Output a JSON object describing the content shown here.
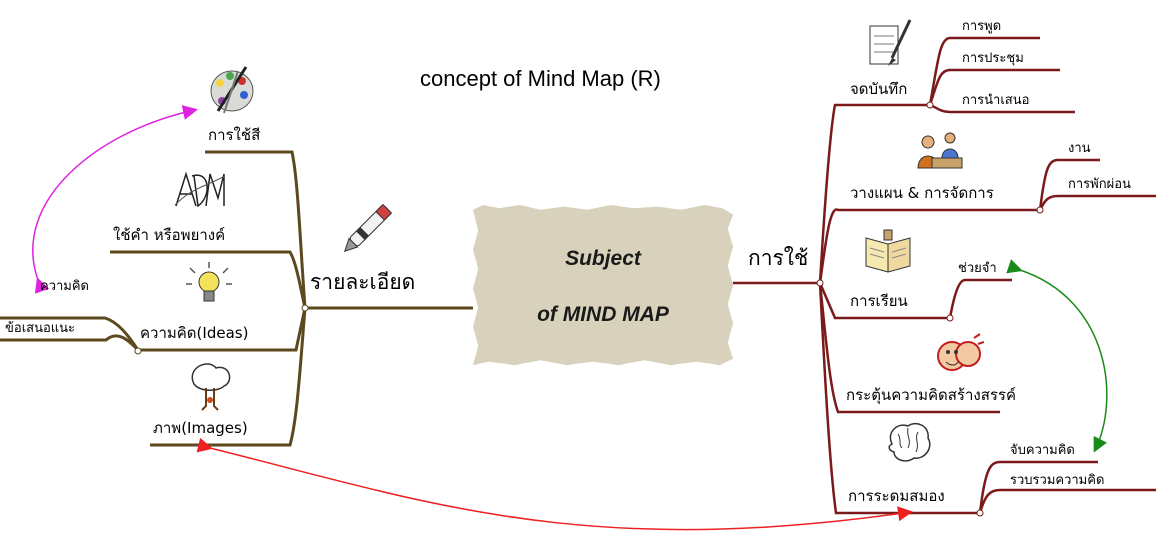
{
  "title": "concept of Mind Map (R)",
  "subject": {
    "line1": "Subject",
    "line2": "of MIND MAP"
  },
  "left": {
    "main": "รายละเอียด",
    "branches": {
      "colors": "การใช้สี",
      "words": "ใช้คำ หรือพยางค์",
      "ideas": "ความคิด(Ideas)",
      "images": "ภาพ(Images)"
    },
    "ideas_sub": {
      "thought": "ความคิด",
      "suggestion": "ข้อเสนอแนะ"
    }
  },
  "right": {
    "main": "การใช้",
    "branches": {
      "notes": "จดบันทึก",
      "planning": "วางแผน & การจัดการ",
      "learning": "การเรียน",
      "creative": "กระตุ้นความคิดสร้างสรรค์",
      "brainstorm": "การระดมสมอง"
    },
    "notes_sub": {
      "speech": "การพูด",
      "meeting": "การประชุม",
      "presentation": "การนำเสนอ"
    },
    "planning_sub": {
      "work": "งาน",
      "rest": "การพักผ่อน"
    },
    "learning_sub": {
      "memory": "ช่วยจำ"
    },
    "brainstorm_sub": {
      "capture": "จับความคิด",
      "collect": "รวบรวมความคิด"
    }
  },
  "colors": {
    "left_branch": "#5c4a1e",
    "right_branch": "#7a1a1a",
    "magenta_link": "#e020e0",
    "green_link": "#1a8a1a",
    "red_link": "#ee2020"
  },
  "icons": [
    "palette-icon",
    "pen-icon",
    "words-icon",
    "lightbulb-icon",
    "tree-icon",
    "notepad-icon",
    "meeting-icon",
    "book-icon",
    "faces-icon",
    "brain-icon"
  ]
}
